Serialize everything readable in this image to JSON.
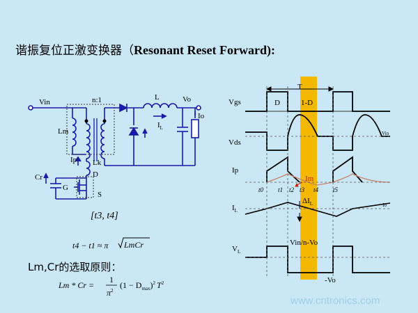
{
  "title": {
    "chinese": "谐振复位正激变换器（",
    "english": "Resonant Reset Forward",
    "suffix": "):"
  },
  "schematic": {
    "vin": "Vin",
    "ratio": "n:1",
    "lm": "Lm",
    "ip": "Ip",
    "lk": "Lk",
    "d": "D",
    "s": "S",
    "g": "G",
    "cr": "Cr",
    "l": "L",
    "il": "I",
    "il_sub": "L",
    "vo": "Vo",
    "io": "Io"
  },
  "caption": "[t3, t4]",
  "formula1": {
    "lhs": "t4 − t1 ≈ π",
    "rad": "LmCr"
  },
  "rule_label": "Lm,Cr的选取原则：",
  "formula2": {
    "lhs": "Lm * Cr =",
    "num": "1",
    "den": "π",
    "den_sup": "2",
    "rest": "(1 − D",
    "max": "max",
    "rest2": ")",
    "sq": "2",
    "t": "T",
    "tsq": "2"
  },
  "waveforms": {
    "period": "T",
    "vgs": "Vgs",
    "d": "D",
    "one_minus_d": "1-D",
    "vds": "Vds",
    "vin": "Vin",
    "ip": "Ip",
    "im": "Im",
    "t0": "t0",
    "t1": "t1",
    "t2": "t2",
    "t3": "t3",
    "t4": "t4",
    "t5": "t5",
    "il": "I",
    "il_sub": "L",
    "delta_il": "ΔI",
    "delta_il_sub": "L",
    "io": "Io",
    "vl": "V",
    "vl_sub": "L",
    "vin_n_vo": "Vin/n-Vo",
    "neg_vo": "-Vo"
  },
  "colors": {
    "background": "#c9e7f4",
    "wire": "#1a1aa8",
    "highlight": "#f5b800",
    "magnetizing": "#c8826a",
    "transformer_box": "#333333"
  },
  "watermark": "www.cntronics.com"
}
